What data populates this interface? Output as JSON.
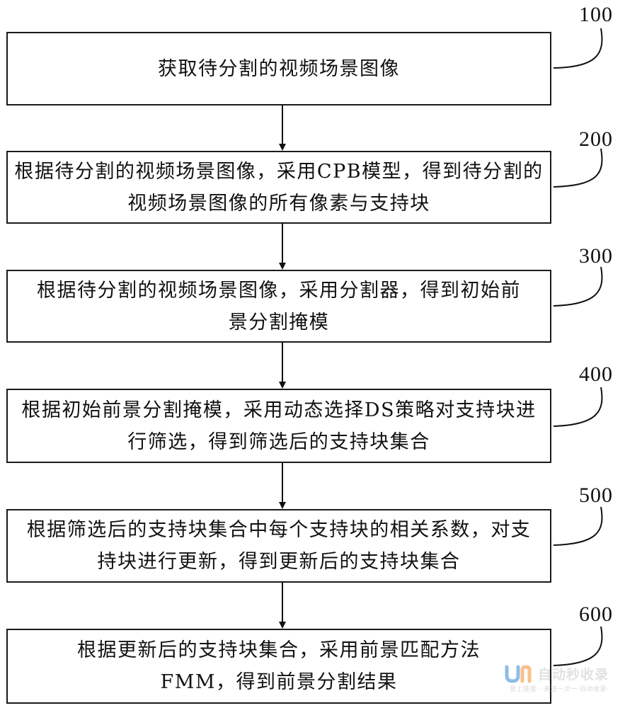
{
  "steps": [
    {
      "label": "100",
      "text": "获取待分割的视频场景图像"
    },
    {
      "label": "200",
      "text": "根据待分割的视频场景图像，采用CPB模型，得到待分割的视频场景图像的所有像素与支持块"
    },
    {
      "label": "300",
      "text": "根据待分割的视频场景图像，采用分割器，得到初始前景分割掩模"
    },
    {
      "label": "400",
      "text": "根据初始前景分割掩模，采用动态选择DS策略对支持块进行筛选，得到筛选后的支持块集合"
    },
    {
      "label": "500",
      "text": "根据筛选后的支持块集合中每个支持块的相关系数，对支持块进行更新，得到更新后的支持块集合"
    },
    {
      "label": "600",
      "text": "根据更新后的支持块集合，采用前景匹配方法FMM，得到前景分割结果"
    }
  ],
  "watermark": {
    "title": "自动秒收录",
    "subtitle": "登上链接···来速一次一·自动收录·",
    "colors": {
      "logo_blue": "#2e86d4",
      "logo_orange": "#f28c28"
    }
  }
}
